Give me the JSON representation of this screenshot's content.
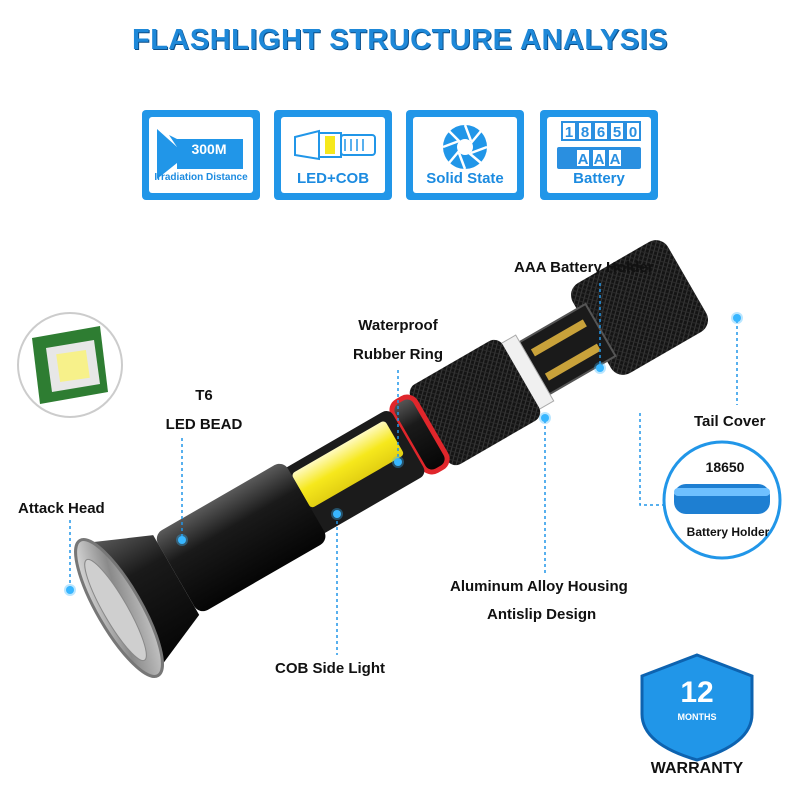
{
  "title": "FLASHLIGHT STRUCTURE ANALYSIS",
  "features": [
    {
      "icon": "beam-distance-icon",
      "value": "300M",
      "label": "Irradiation Distance"
    },
    {
      "icon": "flashlight-icon",
      "label": "LED+COB"
    },
    {
      "icon": "aperture-icon",
      "label": "Solid State"
    },
    {
      "icon": "battery-icon",
      "cells_top": [
        "1",
        "8",
        "6",
        "5",
        "0"
      ],
      "cells_bottom": [
        "A",
        "A",
        "A"
      ],
      "label": "Battery"
    }
  ],
  "callouts": {
    "aaa_holder": "AAA Battery Holder",
    "waterproof_line1": "Waterproof",
    "waterproof_line2": "Rubber Ring",
    "t6_line1": "T6",
    "t6_line2": "LED BEAD",
    "tail_cover": "Tail Cover",
    "attack_head": "Attack Head",
    "aluminum_line1": "Aluminum Alloy Housing",
    "aluminum_line2": "Antislip Design",
    "cob_side": "COB Side Light"
  },
  "battery_inset": {
    "model": "18650",
    "label": "Battery Holder"
  },
  "warranty": {
    "number": "12",
    "unit": "MONTHS",
    "label": "WARRANTY"
  },
  "colors": {
    "accent": "#2196e8",
    "dot": "#38b6ff",
    "ring": "#e0262b",
    "cob": "#f6e81c"
  }
}
